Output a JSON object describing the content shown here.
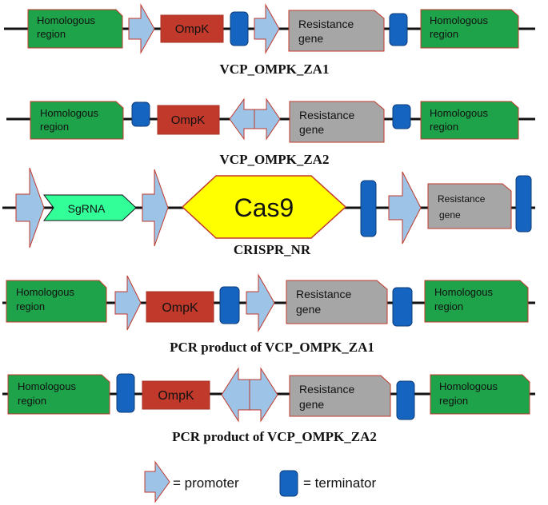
{
  "constructs": {
    "vcp_za1": {
      "caption": "VCP_OMPK_ZA1",
      "left_region": [
        "Homologous",
        "region"
      ],
      "gene": "OmpK",
      "resistance": [
        "Resistance",
        "gene"
      ],
      "right_region": [
        "Homologous",
        "region"
      ]
    },
    "vcp_za2": {
      "caption": "VCP_OMPK_ZA2",
      "left_region": [
        "Homologous",
        "region"
      ],
      "gene": "OmpK",
      "resistance": [
        "Resistance",
        "gene"
      ],
      "right_region": [
        "Homologous",
        "region"
      ]
    },
    "crispr": {
      "caption": "CRISPR_NR",
      "sgrna": "SgRNA",
      "cas9": "Cas9",
      "resistance": [
        "Resistance",
        "gene"
      ]
    },
    "pcr_za1": {
      "caption": "PCR product of VCP_OMPK_ZA1",
      "left_region": [
        "Homologous",
        "region"
      ],
      "gene": "OmpK",
      "resistance": [
        "Resistance",
        "gene"
      ],
      "right_region": [
        "Homologous",
        "region"
      ]
    },
    "pcr_za2": {
      "caption": "PCR product of VCP_OMPK_ZA2",
      "left_region": [
        "Homologous",
        "region"
      ],
      "gene": "OmpK",
      "resistance": [
        "Resistance",
        "gene"
      ],
      "right_region": [
        "Homologous",
        "region"
      ]
    }
  },
  "legend": {
    "promoter": "= promoter",
    "terminator": "= terminator"
  },
  "colors": {
    "homologous_region": "#1fa34a",
    "ompk": "#c0392b",
    "resistance_gene": "#a6a6a6",
    "promoter": "#9dc3e6",
    "terminator": "#1565c0",
    "sgrna": "#33ff99",
    "cas9": "#ffff00",
    "outline_red": "#c0392b"
  }
}
